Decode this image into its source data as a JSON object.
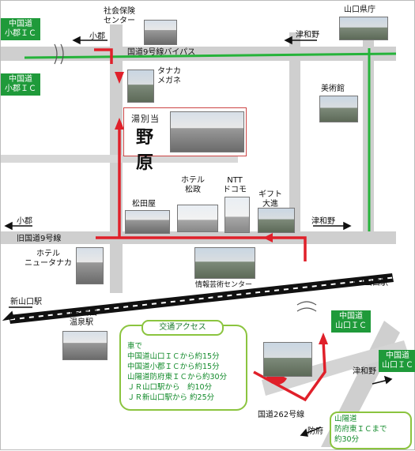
{
  "roads": {
    "bypass": "国道9号線バイパス",
    "old_route9": "旧国道9号線",
    "route262": "国道262号線"
  },
  "ic_boxes": {
    "ogori_top": "中国道\n小郡ＩＣ",
    "ogori_left": "中国道\n小郡ＩＣ",
    "yamaguchi_mid": "中国道\n山口ＩＣ",
    "yamaguchi_right": "中国道\n山口ＩＣ"
  },
  "directions": {
    "ogori_top": "小郡",
    "tsuwano_top": "津和野",
    "ogori_mid": "小郡",
    "tsuwano_mid": "津和野",
    "shin_yamaguchi": "新山口駅",
    "tsuwano_bottom": "津和野",
    "houfu": "防府"
  },
  "places": {
    "shakai_hoken": "社会保険\nセンター",
    "kencho": "山口県庁",
    "tanaka_megane": "タナカ\nメガネ",
    "bijutsukan": "美術館",
    "hotel_matsumasa": "ホテル\n松政",
    "ntt": "NTT\nドコモ",
    "gift_taishin": "ギフト\n大進",
    "matsudaya": "松田屋",
    "hotel_new_tanaka": "ホテル\nニュータナカ",
    "jouhou_geijutsu": "情報芸術センター"
  },
  "stations": {
    "jr_yamaguchi": "ＪＲ山口駅",
    "jr_yuda": "ＪＲ湯田\n温泉駅"
  },
  "nohara": {
    "small": "湯別当",
    "big": "野原"
  },
  "access": {
    "title": "交通アクセス",
    "lines": [
      "車で",
      "中国道山口ＩＣから約15分",
      "中国道小郡ＩＣから約15分",
      "山陽道防府東ＩＣから約30分",
      "ＪＲ山口駅から　約10分",
      "ＪＲ新山口駅から 約25分"
    ]
  },
  "houfu_note": {
    "lines": [
      "山陽道",
      "防府東ＩＣまで",
      "約30分"
    ]
  },
  "colors": {
    "road": "#cfcfcf",
    "route_red": "#e0202a",
    "bypass_green": "#25b33a",
    "ic_green": "#1f9a3a",
    "access_border": "#8bc43f"
  }
}
